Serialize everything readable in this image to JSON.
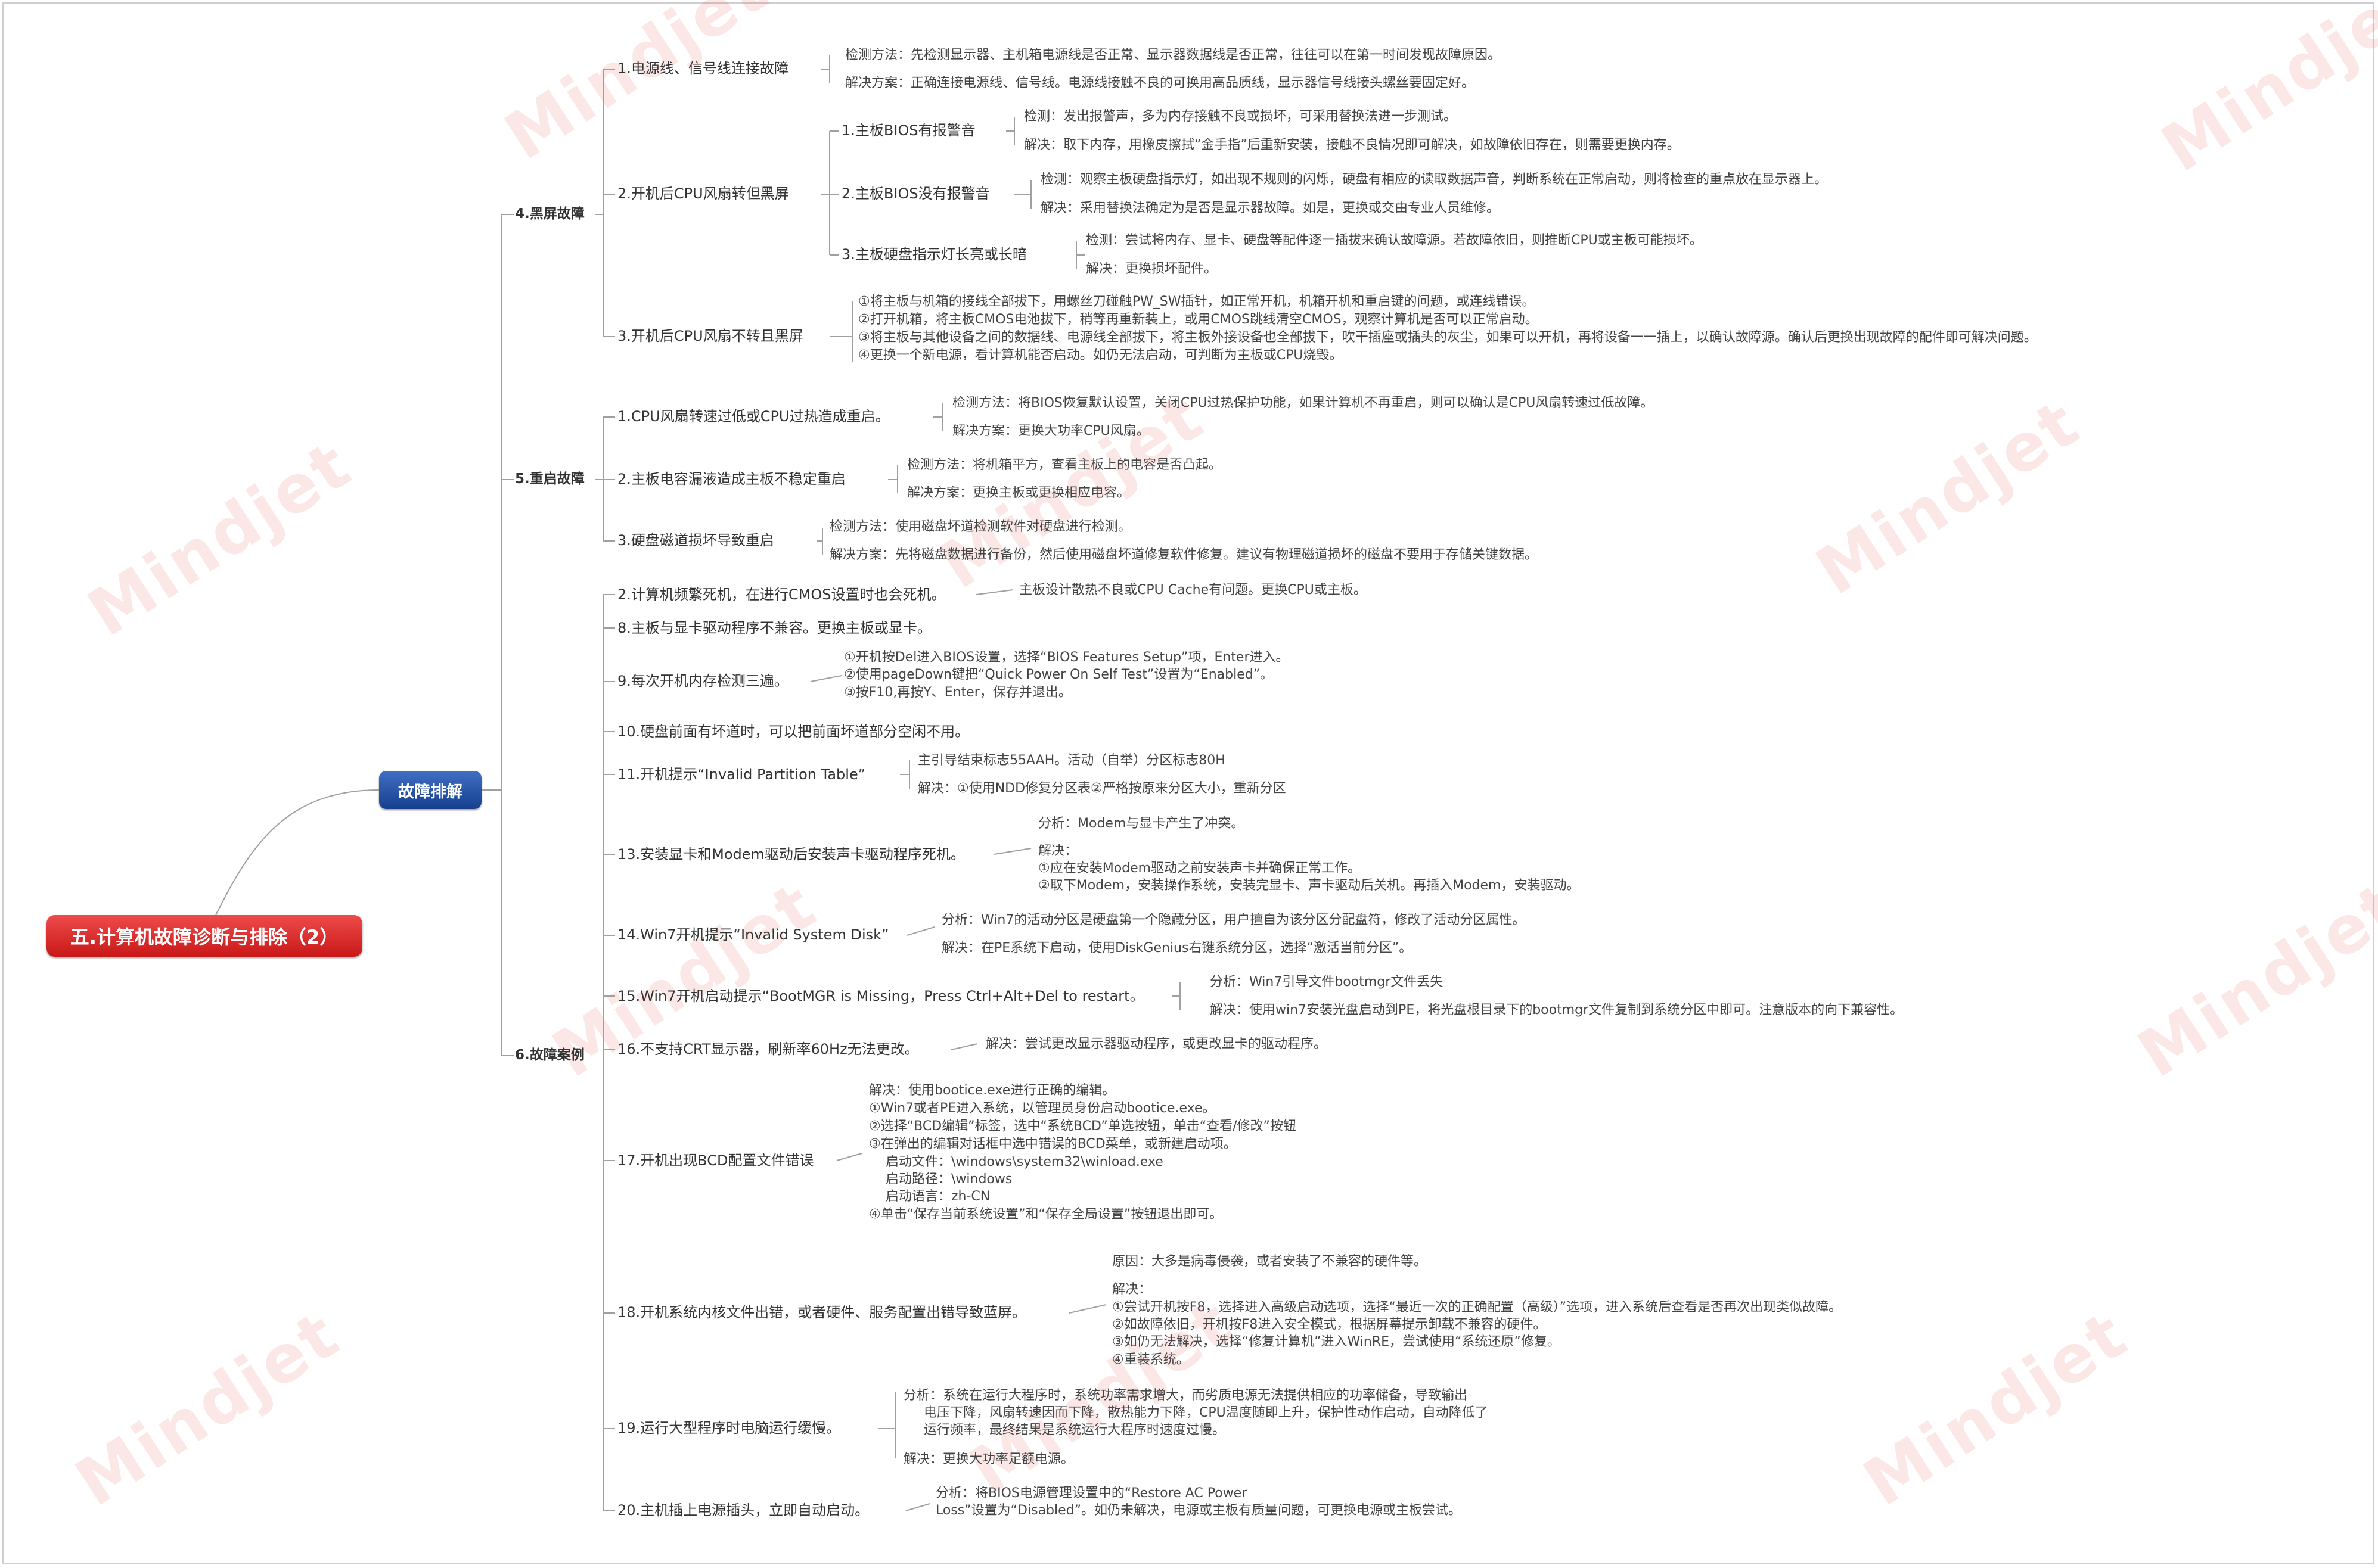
{
  "root": "五.计算机故障诊断与排除（2）",
  "main": "故障排解",
  "watermark": "Mindjet",
  "colors": {
    "root": "#d02020",
    "main": "#1e4a9a",
    "line": "#a0a0a0"
  },
  "s4": {
    "title": "4.黑屏故障",
    "i1": {
      "title": "1.电源线、信号线连接故障",
      "a": "检测方法：先检测显示器、主机箱电源线是否正常、显示器数据线是否正常，往往可以在第一时间发现故障原因。",
      "b": "解决方案：正确连接电源线、信号线。电源线接触不良的可换用高品质线，显示器信号线接头螺丝要固定好。"
    },
    "i2": {
      "title": "2.开机后CPU风扇转但黑屏",
      "c1": {
        "title": "1.主板BIOS有报警音",
        "a": "检测：发出报警声，多为内存接触不良或损坏，可采用替换法进一步测试。",
        "b": "解决：取下内存，用橡皮擦拭“金手指”后重新安装，接触不良情况即可解决，如故障依旧存在，则需要更换内存。"
      },
      "c2": {
        "title": "2.主板BIOS没有报警音",
        "a": "检测：观察主板硬盘指示灯，如出现不规则的闪烁，硬盘有相应的读取数据声音，判断系统在正常启动，则将检查的重点放在显示器上。",
        "b": "解决：采用替换法确定为是否是显示器故障。如是，更换或交由专业人员维修。"
      },
      "c3": {
        "title": "3.主板硬盘指示灯长亮或长暗",
        "a": "检测：尝试将内存、显卡、硬盘等配件逐一插拔来确认故障源。若故障依旧，则推断CPU或主板可能损坏。",
        "b": "解决：更换损坏配件。"
      }
    },
    "i3": {
      "title": "3.开机后CPU风扇不转且黑屏",
      "l1": "①将主板与机箱的接线全部拔下，用螺丝刀碰触PW_SW插针，如正常开机，机箱开机和重启键的问题，或连线错误。",
      "l2": "②打开机箱，将主板CMOS电池拔下，稍等再重新装上，或用CMOS跳线清空CMOS，观察计算机是否可以正常启动。",
      "l3": "③将主板与其他设备之间的数据线、电源线全部拔下，将主板外接设备也全部拔下，吹干插座或插头的灰尘，如果可以开机，再将设备一一插上，以确认故障源。确认后更换出现故障的配件即可解决问题。",
      "l4": "④更换一个新电源，看计算机能否启动。如仍无法启动，可判断为主板或CPU烧毁。"
    }
  },
  "s5": {
    "title": "5.重启故障",
    "i1": {
      "title": "1.CPU风扇转速过低或CPU过热造成重启。",
      "a": "检测方法：将BIOS恢复默认设置，关闭CPU过热保护功能，如果计算机不再重启，则可以确认是CPU风扇转速过低故障。",
      "b": "解决方案：更换大功率CPU风扇。"
    },
    "i2": {
      "title": "2.主板电容漏液造成主板不稳定重启",
      "a": "检测方法：将机箱平方，查看主板上的电容是否凸起。",
      "b": "解决方案：更换主板或更换相应电容。"
    },
    "i3": {
      "title": "3.硬盘磁道损坏导致重启",
      "a": "检测方法：使用磁盘坏道检测软件对硬盘进行检测。",
      "b": "解决方案：先将磁盘数据进行备份，然后使用磁盘坏道修复软件修复。建议有物理磁道损坏的磁盘不要用于存储关键数据。"
    }
  },
  "s6": {
    "title": "6.故障案例",
    "c2": {
      "title": "2.计算机频繁死机，在进行CMOS设置时也会死机。",
      "a": "主板设计散热不良或CPU Cache有问题。更换CPU或主板。"
    },
    "c8": {
      "title": "8.主板与显卡驱动程序不兼容。更换主板或显卡。"
    },
    "c9": {
      "title": "9.每次开机内存检测三遍。",
      "l1": "①开机按Del进入BIOS设置，选择“BIOS Features Setup”项，Enter进入。",
      "l2": "②使用pageDown键把“Quick Power On Self Test”设置为“Enabled”。",
      "l3": "③按F10,再按Y、Enter，保存并退出。"
    },
    "c10": {
      "title": "10.硬盘前面有坏道时，可以把前面坏道部分空闲不用。"
    },
    "c11": {
      "title": "11.开机提示“Invalid Partition Table”",
      "a": "主引导结束标志55AAH。活动（自举）分区标志80H",
      "b": "解决：①使用NDD修复分区表②严格按原来分区大小，重新分区"
    },
    "c13": {
      "title": "13.安装显卡和Modem驱动后安装声卡驱动程序死机。",
      "a": "分析：Modem与显卡产生了冲突。",
      "l1": "解决：",
      "l2": "①应在安装Modem驱动之前安装声卡并确保正常工作。",
      "l3": "②取下Modem，安装操作系统，安装完显卡、声卡驱动后关机。再插入Modem，安装驱动。"
    },
    "c14": {
      "title": "14.Win7开机提示“Invalid System Disk”",
      "a": "分析：Win7的活动分区是硬盘第一个隐藏分区，用户擅自为该分区分配盘符，修改了活动分区属性。",
      "b": "解决：在PE系统下启动，使用DiskGenius右键系统分区，选择“激活当前分区”。"
    },
    "c15": {
      "title": "15.Win7开机启动提示“BootMGR is Missing，Press Ctrl+Alt+Del to restart。",
      "a": "分析：Win7引导文件bootmgr文件丢失",
      "b": "解决：使用win7安装光盘启动到PE，将光盘根目录下的bootmgr文件复制到系统分区中即可。注意版本的向下兼容性。"
    },
    "c16": {
      "title": "16.不支持CRT显示器，刷新率60Hz无法更改。",
      "a": "解决：尝试更改显示器驱动程序，或更改显卡的驱动程序。"
    },
    "c17": {
      "title": "17.开机出现BCD配置文件错误",
      "l1": "解决：使用bootice.exe进行正确的编辑。",
      "l2": "①Win7或者PE进入系统，以管理员身份启动bootice.exe。",
      "l3": "②选择“BCD编辑”标签，选中“系统BCD”单选按钮，单击“查看/修改”按钮",
      "l4": "③在弹出的编辑对话框中选中错误的BCD菜单，或新建启动项。",
      "l5": "启动文件：\\windows\\system32\\winload.exe",
      "l6": "启动路径：\\windows",
      "l7": "启动语言：zh-CN",
      "l8": "④单击“保存当前系统设置”和“保存全局设置”按钮退出即可。"
    },
    "c18": {
      "title": "18.开机系统内核文件出错，或者硬件、服务配置出错导致蓝屏。",
      "a": "原因：大多是病毒侵袭，或者安装了不兼容的硬件等。",
      "l1": "解决：",
      "l2": "①尝试开机按F8，选择进入高级启动选项，选择“最近一次的正确配置（高级）”选项，进入系统后查看是否再次出现类似故障。",
      "l3": "②如故障依旧，开机按F8进入安全模式，根据屏幕提示卸载不兼容的硬件。",
      "l4": "③如仍无法解决，选择“修复计算机”进入WinRE，尝试使用“系统还原”修复。",
      "l5": "④重装系统。"
    },
    "c19": {
      "title": "19.运行大型程序时电脑运行缓慢。",
      "l1": "分析：系统在运行大程序时，系统功率需求增大，而劣质电源无法提供相应的功率储备，导致输出",
      "l2": "电压下降，风扇转速因而下降，散热能力下降，CPU温度随即上升，保护性动作启动，自动降低了",
      "l3": "运行频率，最终结果是系统运行大程序时速度过慢。",
      "b": "解决：更换大功率足额电源。"
    },
    "c20": {
      "title": "20.主机插上电源插头，立即自动启动。",
      "l1": "分析：将BIOS电源管理设置中的“Restore AC Power",
      "l2": "Loss”设置为“Disabled”。如仍未解决，电源或主板有质量问题，可更换电源或主板尝试。"
    }
  }
}
